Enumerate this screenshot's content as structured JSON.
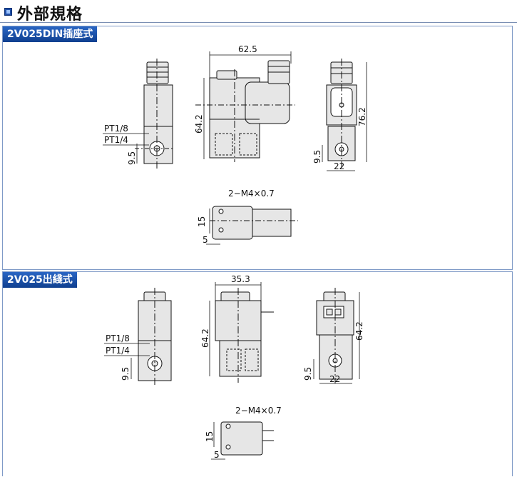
{
  "title": "外部規格",
  "sections": [
    {
      "tag": "2V025DIN插座式",
      "dims": {
        "width": "62.5",
        "height": "64.2",
        "height_side": "76.2",
        "port_height": "9.5",
        "port_height_side": "9.5",
        "base_width": "22",
        "ports_upper": "PT1/8",
        "ports_lower": "PT1/4",
        "mount": "2−M4×0.7",
        "mount_pitch": "15",
        "mount_offset": "5"
      }
    },
    {
      "tag": "2V025出綫式",
      "dims": {
        "width": "35.3",
        "height": "64.2",
        "height_side": "64.2",
        "port_height": "9.5",
        "port_height_side": "9.5",
        "base_width": "22",
        "ports_upper": "PT1/8",
        "ports_lower": "PT1/4",
        "mount": "2−M4×0.7",
        "mount_pitch": "15",
        "mount_offset": "5"
      }
    }
  ],
  "colors": {
    "tag_bg": "#1f56b3",
    "body_fill": "#e6e6e6",
    "border": "#7f9ac7"
  }
}
